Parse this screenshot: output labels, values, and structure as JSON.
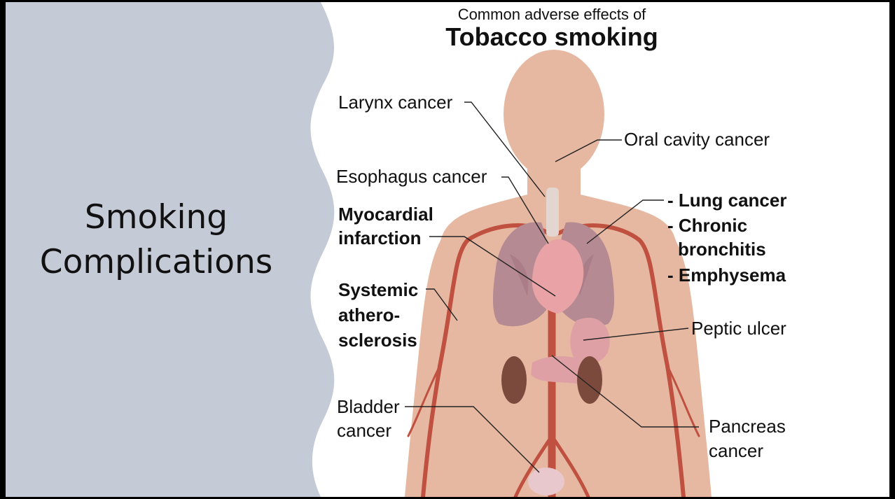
{
  "slide": {
    "title_line1": "Smoking",
    "title_line2": "Complications"
  },
  "diagram": {
    "subtitle": "Common adverse effects of",
    "title": "Tobacco smoking",
    "labels": {
      "larynx": "Larynx cancer",
      "oral": "Oral cavity cancer",
      "esophagus": "Esophagus cancer",
      "myocardial_1": "Myocardial",
      "myocardial_2": "infarction",
      "lung": "- Lung cancer",
      "chronic": "- Chronic",
      "bronchitis": "bronchitis",
      "emphysema": "- Emphysema",
      "systemic_1": "Systemic",
      "systemic_2": "athero-",
      "systemic_3": "sclerosis",
      "peptic": "Peptic ulcer",
      "bladder_1": "Bladder",
      "bladder_2": "cancer",
      "pancreas_1": "Pancreas",
      "pancreas_2": "cancer"
    }
  },
  "colors": {
    "panel": "#c5cad7",
    "skin": "#e6b8a2",
    "artery": "#c0503f",
    "lung": "#b58a92",
    "heart": "#e9a3a6",
    "kidney": "#7b4a3c",
    "pancreas": "#dea0a4"
  }
}
